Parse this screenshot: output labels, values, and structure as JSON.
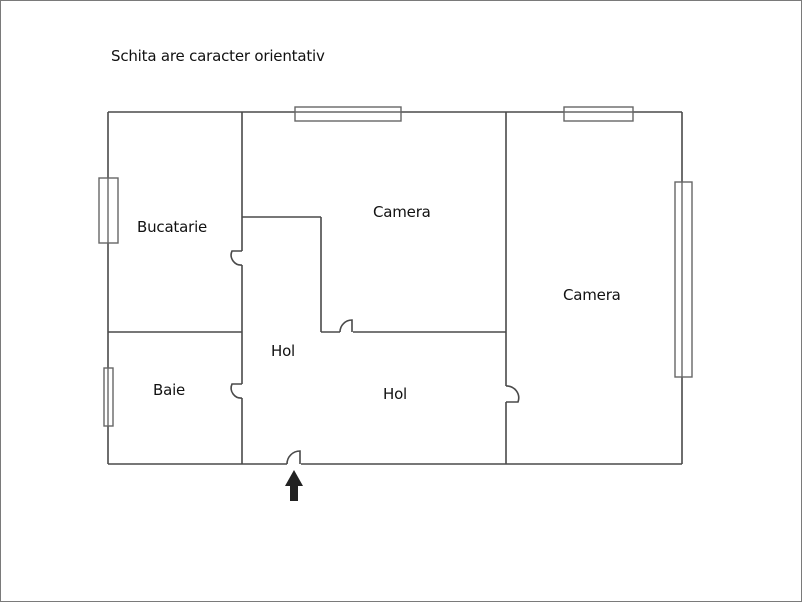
{
  "note": "Schita are caracter orientativ",
  "rooms": [
    {
      "id": "bucatarie",
      "label": "Bucatarie"
    },
    {
      "id": "camera-1",
      "label": "Camera"
    },
    {
      "id": "camera-2",
      "label": "Camera"
    },
    {
      "id": "hol-1",
      "label": "Hol"
    },
    {
      "id": "hol-2",
      "label": "Hol"
    },
    {
      "id": "baie",
      "label": "Baie"
    }
  ],
  "entrance": {
    "icon": "arrow-up-icon"
  },
  "colors": {
    "wall": "#555555",
    "window": "#666666",
    "frame": "#7a7a7a",
    "arrow": "#222222",
    "text": "#111111"
  }
}
